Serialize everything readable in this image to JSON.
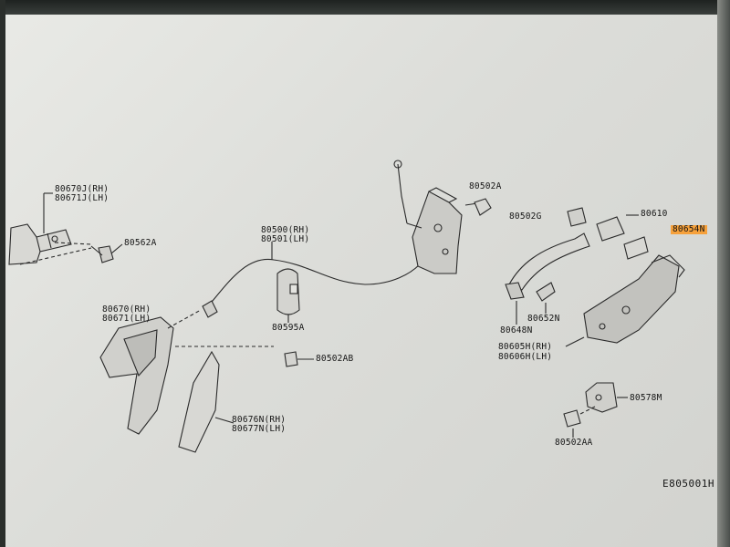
{
  "diagram_code": "E805001H",
  "labels": {
    "p80670J": "80670J(RH)",
    "p80671J": "80671J(LH)",
    "p80562A": "80562A",
    "p80500": "80500(RH)",
    "p80501": "80501(LH)",
    "p80502A": "80502A",
    "p80502G": "80502G",
    "p80610": "80610",
    "p80654N": "80654N",
    "p80670": "80670(RH)",
    "p80671": "80671(LH)",
    "p80595A": "80595A",
    "p80648N": "80648N",
    "p80652N": "80652N",
    "p80605H": "80605H(RH)",
    "p80606H": "80606H(LH)",
    "p80502AB": "80502AB",
    "p80676N": "80676N(RH)",
    "p80677N": "80677N(LH)",
    "p80578M": "80578M",
    "p80502AA": "80502AA"
  },
  "highlight_color": "#f6a13b"
}
